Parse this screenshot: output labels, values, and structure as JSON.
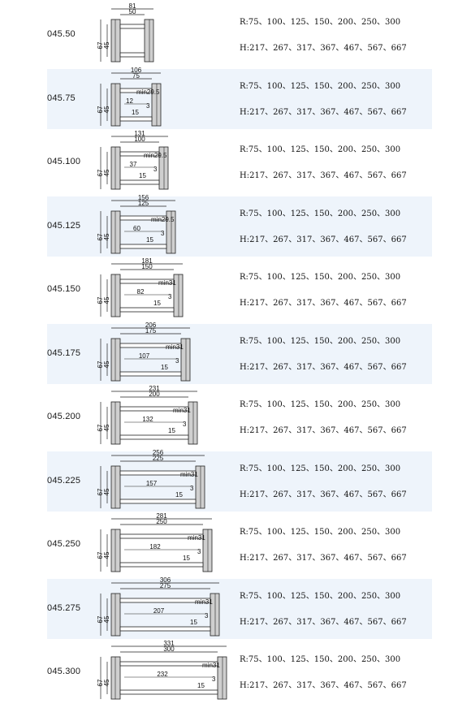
{
  "rows": [
    {
      "model": "045.50",
      "outer": "81",
      "inner": "50",
      "h1": "67",
      "h2": "45",
      "gap": "",
      "min": "",
      "small": "",
      "side": "",
      "inner_dim": ""
    },
    {
      "model": "045.75",
      "outer": "106",
      "inner": "75",
      "h1": "67",
      "h2": "45",
      "gap": "12",
      "min": "min29.5",
      "small": "15",
      "side": "3",
      "inner_dim": ""
    },
    {
      "model": "045.100",
      "outer": "131",
      "inner": "100",
      "h1": "67",
      "h2": "45",
      "gap": "37",
      "min": "min29.5",
      "small": "15",
      "side": "3",
      "inner_dim": ""
    },
    {
      "model": "045.125",
      "outer": "156",
      "inner": "125",
      "h1": "67",
      "h2": "45",
      "gap": "60",
      "min": "min29.5",
      "small": "15",
      "side": "3",
      "inner_dim": ""
    },
    {
      "model": "045.150",
      "outer": "181",
      "inner": "150",
      "h1": "67",
      "h2": "45",
      "gap": "82",
      "min": "min31",
      "small": "15",
      "side": "3",
      "inner_dim": ""
    },
    {
      "model": "045.175",
      "outer": "206",
      "inner": "175",
      "h1": "67",
      "h2": "45",
      "gap": "107",
      "min": "min31",
      "small": "15",
      "side": "3",
      "inner_dim": ""
    },
    {
      "model": "045.200",
      "outer": "231",
      "inner": "200",
      "h1": "67",
      "h2": "45",
      "gap": "132",
      "min": "min31",
      "small": "15",
      "side": "3",
      "inner_dim": ""
    },
    {
      "model": "045.225",
      "outer": "256",
      "inner": "225",
      "h1": "67",
      "h2": "45",
      "gap": "157",
      "min": "min31",
      "small": "15",
      "side": "3",
      "inner_dim": ""
    },
    {
      "model": "045.250",
      "outer": "281",
      "inner": "250",
      "h1": "67",
      "h2": "45",
      "gap": "182",
      "min": "min31",
      "small": "15",
      "side": "3",
      "inner_dim": ""
    },
    {
      "model": "045.275",
      "outer": "306",
      "inner": "275",
      "h1": "67",
      "h2": "45",
      "gap": "207",
      "min": "min31",
      "small": "15",
      "side": "3",
      "inner_dim": ""
    },
    {
      "model": "045.300",
      "outer": "331",
      "inner": "300",
      "h1": "67",
      "h2": "45",
      "gap": "232",
      "min": "min31",
      "small": "15",
      "side": "3",
      "inner_dim": ""
    }
  ],
  "spec_r": "R:75、100、125、150、200、250、300",
  "spec_h": "H:217、267、317、367、467、567、667",
  "colors": {
    "band": "#eef4fb",
    "line": "#222222",
    "frame_fill": "#cfcfcf"
  }
}
